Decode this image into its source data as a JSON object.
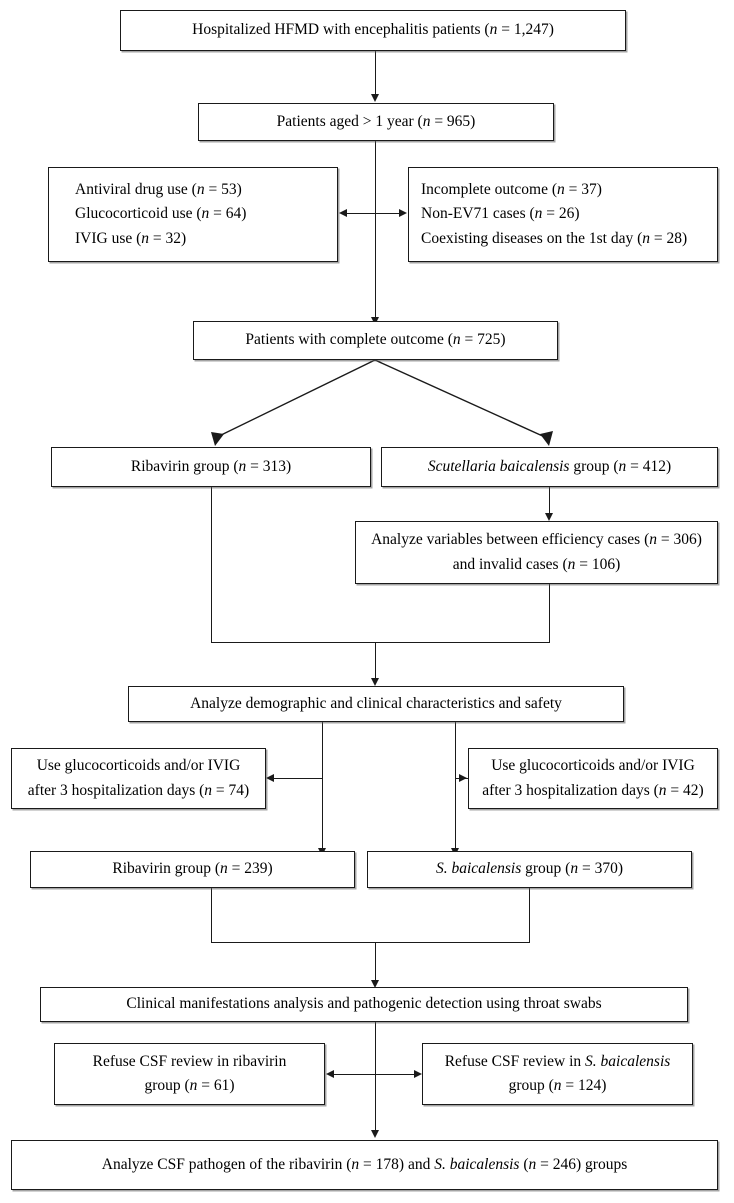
{
  "figure": {
    "type": "flowchart",
    "title": "Patient enrollment and analysis flow diagram",
    "orientation": "top-to-bottom"
  },
  "nodes": {
    "hospitalized": {
      "lines": [
        "Hospitalized HFMD with encephalitis patients (<i>n</i> = 1,247)"
      ],
      "plain": "Hospitalized HFMD with encephalitis patients (n = 1,247)",
      "count": "1,247"
    },
    "aged": {
      "lines": [
        "Patients aged > 1 year (<i>n</i> = 965)"
      ],
      "plain": "Patients aged > 1 year (n = 965)",
      "count": "965"
    },
    "excluded_left": {
      "lines": [
        "Antiviral drug use (<i>n</i> = 53)",
        "Glucocorticoid use (<i>n</i> = 64)",
        "IVIG use (<i>n</i> = 32)"
      ],
      "plain": "Antiviral drug use (n = 53); Glucocorticoid use (n = 64); IVIG use (n = 32)"
    },
    "excluded_right": {
      "lines": [
        "Incomplete outcome (<i>n</i> = 37)",
        "Non-EV71 cases (<i>n</i> = 26)",
        "Coexisting diseases on the 1st day (<i>n</i> = 28)"
      ],
      "plain": "Incomplete outcome (n = 37); Non-EV71 cases (n = 26); Coexisting diseases on the 1st day (n = 28)"
    },
    "complete_outcome": {
      "lines": [
        "Patients with complete outcome (<i>n</i> = 725)"
      ],
      "plain": "Patients with complete outcome (n = 725)",
      "count": "725"
    },
    "ribavirin_313": {
      "lines": [
        "Ribavirin group (<i>n</i> = 313)"
      ],
      "plain": "Ribavirin group (n = 313)",
      "count": "313"
    },
    "scutellaria_412": {
      "lines": [
        "<i>Scutellaria baicalensis</i> group (<i>n</i> = 412)"
      ],
      "plain": "Scutellaria baicalensis group (n = 412)",
      "count": "412"
    },
    "analyze_variables": {
      "lines": [
        "Analyze variables between efficiency cases (<i>n</i> = 306)",
        "and invalid cases (<i>n</i> = 106)"
      ],
      "plain": "Analyze variables between efficiency cases (n = 306) and invalid cases (n = 106)"
    },
    "analyze_demographic": {
      "lines": [
        "Analyze demographic and clinical characteristics and safety"
      ],
      "plain": "Analyze demographic and clinical characteristics and safety"
    },
    "glucocorticoid_left": {
      "lines": [
        "Use glucocorticoids and/or IVIG",
        "after 3 hospitalization days (<i>n</i> = 74)"
      ],
      "plain": "Use glucocorticoids and/or IVIG after 3 hospitalization days (n = 74)",
      "count": "74"
    },
    "glucocorticoid_right": {
      "lines": [
        "Use glucocorticoids and/or IVIG",
        "after 3 hospitalization days (<i>n</i> = 42)"
      ],
      "plain": "Use glucocorticoids and/or IVIG after 3 hospitalization days (n = 42)",
      "count": "42"
    },
    "ribavirin_239": {
      "lines": [
        "Ribavirin group (<i>n</i> = 239)"
      ],
      "plain": "Ribavirin group (n = 239)",
      "count": "239"
    },
    "sbaicalensis_370": {
      "lines": [
        "<i>S. baicalensis</i> group (<i>n</i> = 370)"
      ],
      "plain": "S. baicalensis group (n = 370)",
      "count": "370"
    },
    "clinical_manifestations": {
      "lines": [
        "Clinical manifestations analysis and pathogenic detection using throat swabs"
      ],
      "plain": "Clinical manifestations analysis and pathogenic detection using throat swabs"
    },
    "refuse_left": {
      "lines": [
        "Refuse CSF review in ribavirin",
        "group (<i>n</i> = 61)"
      ],
      "plain": "Refuse CSF review in ribavirin group (n = 61)",
      "count": "61"
    },
    "refuse_right": {
      "lines": [
        "Refuse CSF review in <i>S. baicalensis</i>",
        "group (<i>n</i> = 124)"
      ],
      "plain": "Refuse CSF review in S. baicalensis group (n = 124)",
      "count": "124"
    },
    "analyze_csf": {
      "lines": [
        "Analyze CSF pathogen of the ribavirin (<i>n</i> = 178) and <i>S. baicalensis</i> (<i>n</i> = 246) groups"
      ],
      "plain": "Analyze CSF pathogen of the ribavirin (n = 178) and S. baicalensis (n = 246) groups"
    }
  },
  "style": {
    "line_color": "#1a1a1a",
    "box_border": "#1a1a1a",
    "background": "#ffffff",
    "text_color": "#000000"
  }
}
